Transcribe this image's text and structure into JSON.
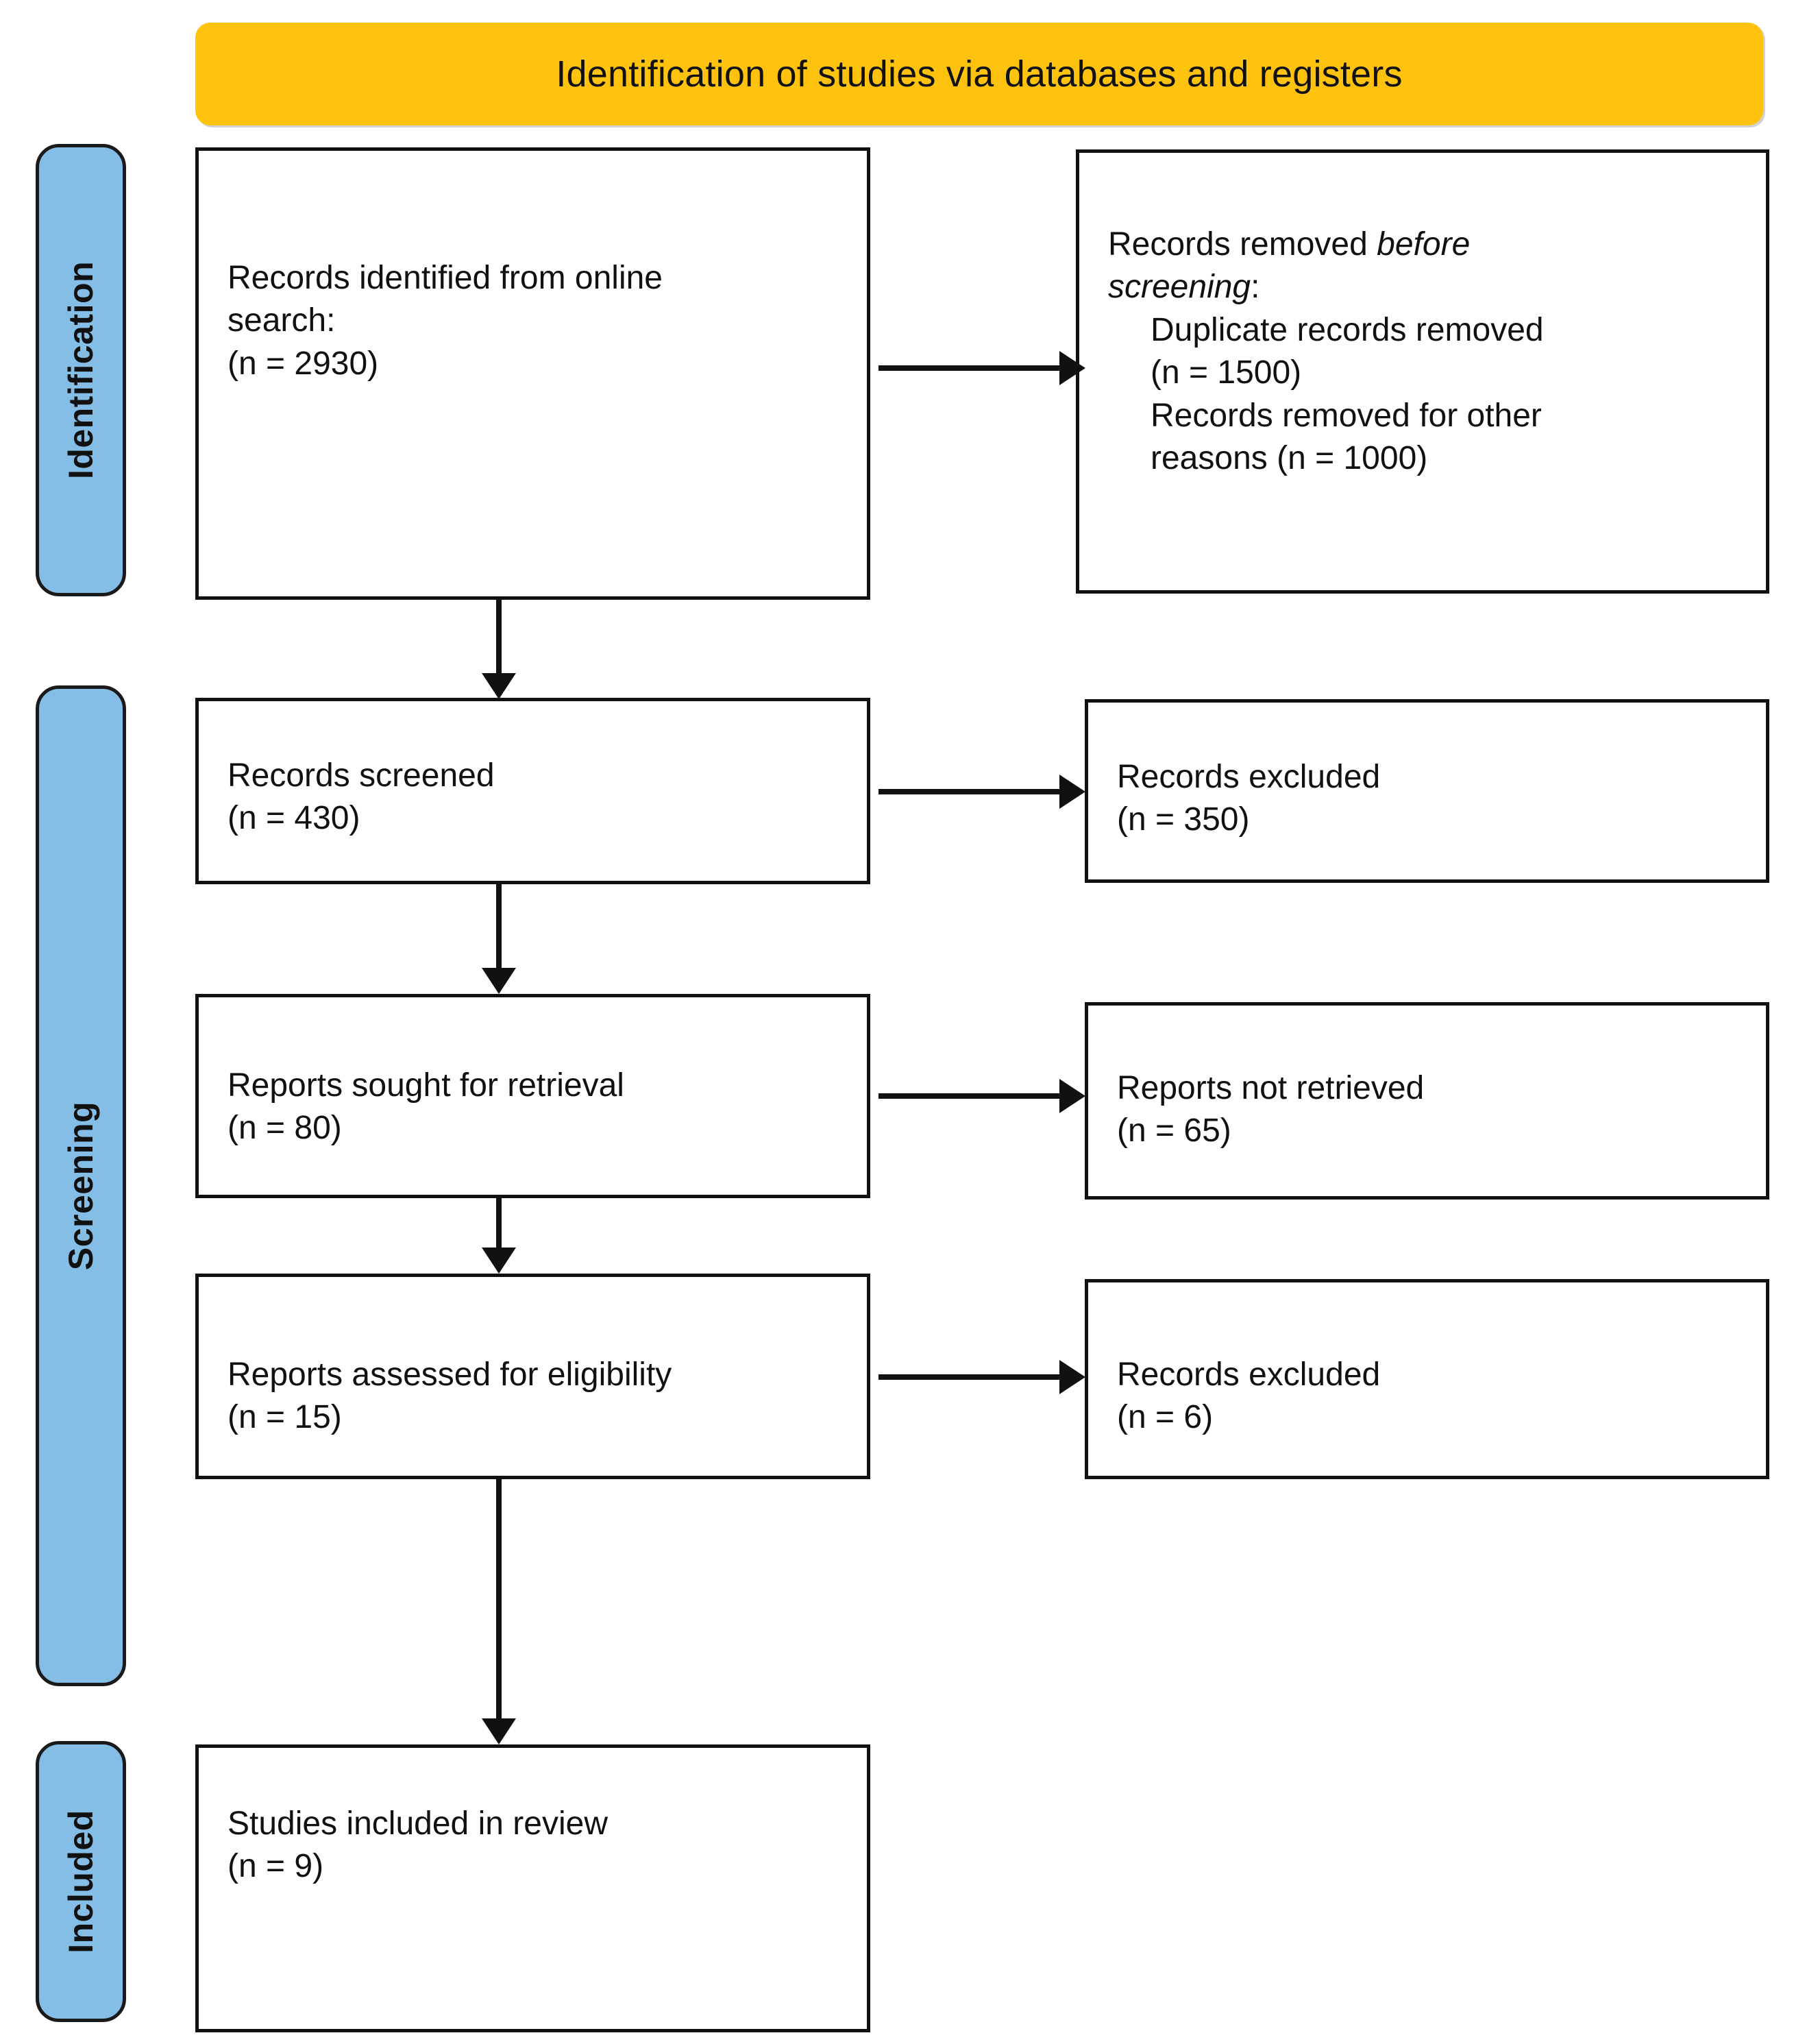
{
  "header": {
    "title": "Identification of studies via databases and registers",
    "color": "#FFC20E"
  },
  "stages": [
    {
      "key": "identification",
      "label": "Identification",
      "color": "#84BEE6"
    },
    {
      "key": "screening",
      "label": "Screening",
      "color": "#84BEE6"
    },
    {
      "key": "included",
      "label": "Included",
      "color": "#84BEE6"
    }
  ],
  "boxes": {
    "identified": {
      "line1": "Records identified from online",
      "line2": "search:",
      "line3": "(n = 2930)",
      "count": 2930
    },
    "removed": {
      "lead": "Records removed ",
      "italic1": "before",
      "italic2": "screening",
      "colon": ":",
      "item1": "Duplicate records removed",
      "item1_n": "(n = 1500)",
      "item2_a": "Records removed for other",
      "item2_b": "reasons (n = 1000)",
      "duplicates": 1500,
      "other_reasons": 1000
    },
    "screened": {
      "label": "Records screened",
      "n": "(n = 430)",
      "count": 430
    },
    "excluded_1": {
      "label": "Records excluded",
      "n": "(n = 350)",
      "count": 350
    },
    "sought": {
      "label": "Reports sought for retrieval",
      "n": "(n = 80)",
      "count": 80
    },
    "not_retrieved": {
      "label": "Reports not retrieved",
      "n": "(n = 65)",
      "count": 65
    },
    "assessed": {
      "label": "Reports assessed for eligibility",
      "n": "(n = 15)",
      "count": 15
    },
    "excluded_2": {
      "label": "Records excluded",
      "n": "(n = 6)",
      "count": 6
    },
    "included": {
      "label": "Studies included in review",
      "n": "(n = 9)",
      "count": 9
    }
  },
  "chart_data": {
    "type": "diagram",
    "title": "Identification of studies via databases and registers",
    "nodes": [
      {
        "id": "identified",
        "stage": "Identification",
        "text": "Records identified from online search:",
        "n": 2930
      },
      {
        "id": "removed",
        "stage": "Identification",
        "text": "Records removed before screening: Duplicate records removed; Records removed for other reasons",
        "n": [
          1500,
          1000
        ]
      },
      {
        "id": "screened",
        "stage": "Screening",
        "text": "Records screened",
        "n": 430
      },
      {
        "id": "excluded_1",
        "stage": "Screening",
        "text": "Records excluded",
        "n": 350
      },
      {
        "id": "sought",
        "stage": "Screening",
        "text": "Reports sought for retrieval",
        "n": 80
      },
      {
        "id": "not_retrieved",
        "stage": "Screening",
        "text": "Reports not retrieved",
        "n": 65
      },
      {
        "id": "assessed",
        "stage": "Screening",
        "text": "Reports assessed for eligibility",
        "n": 15
      },
      {
        "id": "excluded_2",
        "stage": "Screening",
        "text": "Records excluded",
        "n": 6
      },
      {
        "id": "included",
        "stage": "Included",
        "text": "Studies included in review",
        "n": 9
      }
    ],
    "edges": [
      {
        "from": "identified",
        "to": "removed",
        "dir": "right"
      },
      {
        "from": "identified",
        "to": "screened",
        "dir": "down"
      },
      {
        "from": "screened",
        "to": "excluded_1",
        "dir": "right"
      },
      {
        "from": "screened",
        "to": "sought",
        "dir": "down"
      },
      {
        "from": "sought",
        "to": "not_retrieved",
        "dir": "right"
      },
      {
        "from": "sought",
        "to": "assessed",
        "dir": "down"
      },
      {
        "from": "assessed",
        "to": "excluded_2",
        "dir": "right"
      },
      {
        "from": "assessed",
        "to": "included",
        "dir": "down"
      }
    ]
  }
}
